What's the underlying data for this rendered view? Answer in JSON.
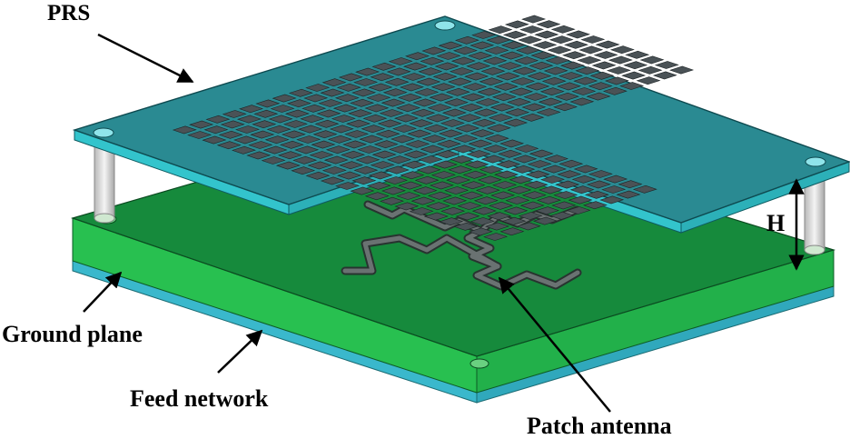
{
  "labels": {
    "prs": "PRS",
    "ground_plane": "Ground plane",
    "feed_network": "Feed network",
    "patch_antenna": "Patch antenna",
    "height": "H"
  },
  "colors": {
    "prs_top": "#2a8a92",
    "prs_edge": "#33c4cc",
    "cell": "#4a5256",
    "board_top": "#168a3c",
    "board_side": "#28c050",
    "ground_layer": "#3ab8cc",
    "feed_trace": "#5a6262",
    "post": "#dcdcdc"
  }
}
